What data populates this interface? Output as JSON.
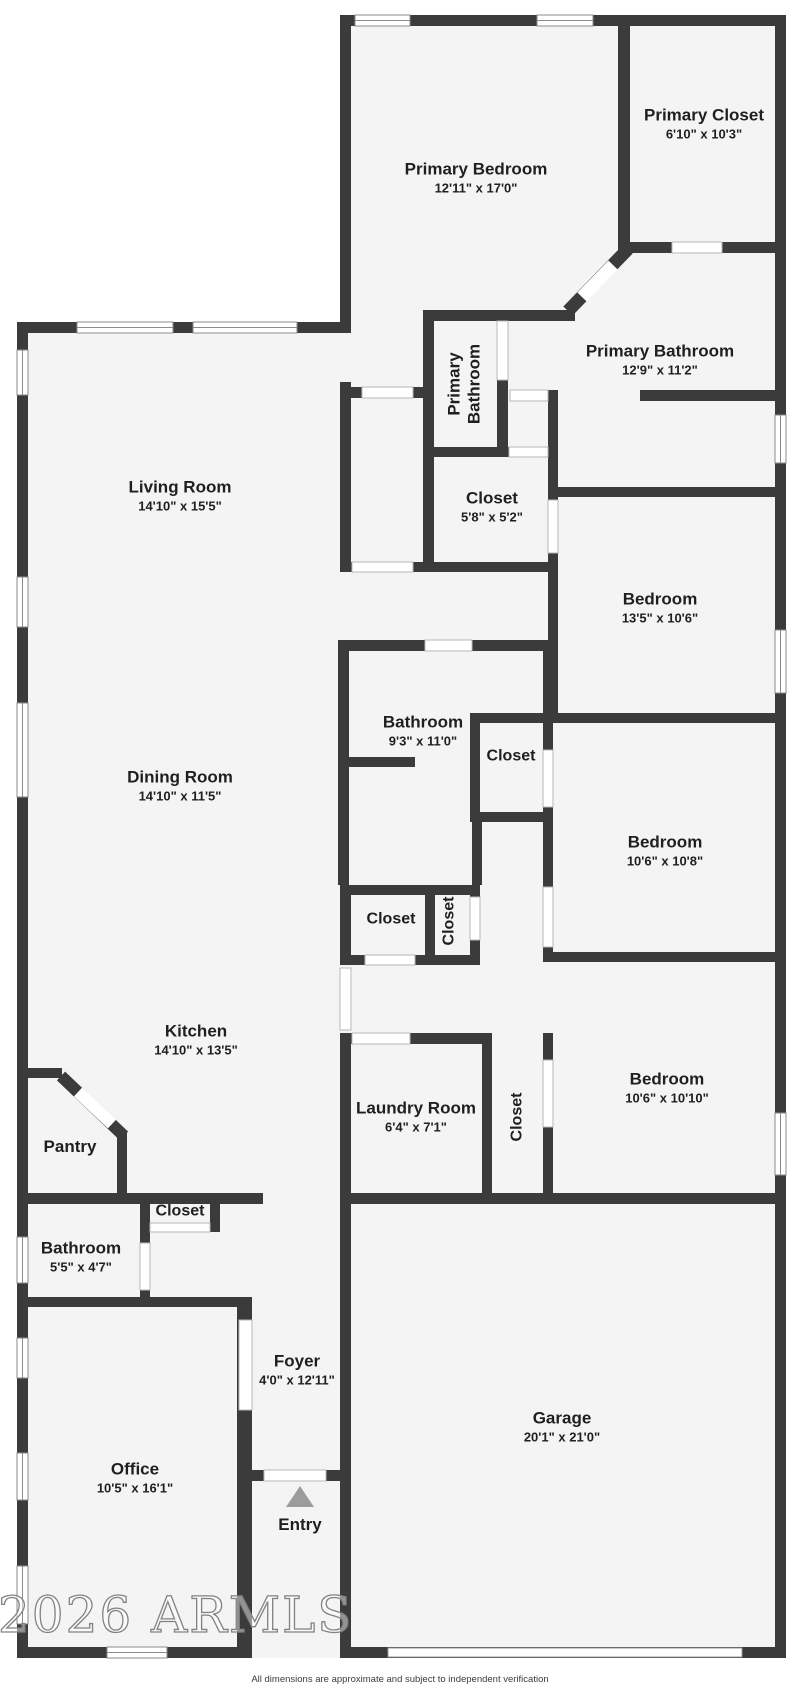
{
  "colors": {
    "wall": "#3b3b3b",
    "floor": "#f4f4f4",
    "door-frame": "#b7b7b7",
    "window-frame": "#8b8b8b",
    "arrow": "#9c9c9c"
  },
  "rooms": [
    {
      "id": "living-room",
      "name": "Living Room",
      "dims": "14'10\" x 15'5\""
    },
    {
      "id": "primary-bedroom",
      "name": "Primary Bedroom",
      "dims": "12'11\" x 17'0\""
    },
    {
      "id": "primary-closet",
      "name": "Primary Closet",
      "dims": "6'10\" x 10'3\""
    },
    {
      "id": "primary-bathroom",
      "name": "Primary Bathroom",
      "dims": "12'9\" x 11'2\""
    },
    {
      "id": "primary-bathroom-wc",
      "name": "Primary Bathroom",
      "dims": ""
    },
    {
      "id": "closet-upper-hall",
      "name": "Closet",
      "dims": "5'8\" x 5'2\""
    },
    {
      "id": "bedroom-ne",
      "name": "Bedroom",
      "dims": "13'5\" x 10'6\""
    },
    {
      "id": "dining-room",
      "name": "Dining Room",
      "dims": "14'10\" x 11'5\""
    },
    {
      "id": "hall-bathroom",
      "name": "Bathroom",
      "dims": "9'3\" x 11'0\""
    },
    {
      "id": "closet-bedroom-e",
      "name": "Closet",
      "dims": ""
    },
    {
      "id": "bedroom-e",
      "name": "Bedroom",
      "dims": "10'6\" x 10'8\""
    },
    {
      "id": "closet-hall-a",
      "name": "Closet",
      "dims": ""
    },
    {
      "id": "closet-hall-b",
      "name": "Closet",
      "dims": ""
    },
    {
      "id": "kitchen",
      "name": "Kitchen",
      "dims": "14'10\" x 13'5\""
    },
    {
      "id": "bedroom-se",
      "name": "Bedroom",
      "dims": "10'6\" x 10'10\""
    },
    {
      "id": "laundry-room",
      "name": "Laundry Room",
      "dims": "6'4\" x 7'1\""
    },
    {
      "id": "closet-bedroom-se",
      "name": "Closet",
      "dims": ""
    },
    {
      "id": "pantry",
      "name": "Pantry",
      "dims": ""
    },
    {
      "id": "closet-entry-hall",
      "name": "Closet",
      "dims": ""
    },
    {
      "id": "half-bathroom",
      "name": "Bathroom",
      "dims": "5'5\" x 4'7\""
    },
    {
      "id": "foyer",
      "name": "Foyer",
      "dims": "4'0\" x 12'11\""
    },
    {
      "id": "office",
      "name": "Office",
      "dims": "10'5\" x 16'1\""
    },
    {
      "id": "garage",
      "name": "Garage",
      "dims": "20'1\" x 21'0\""
    },
    {
      "id": "entry",
      "name": "Entry",
      "dims": ""
    }
  ],
  "watermark": {
    "text": "2026 ARMLS"
  },
  "footer": {
    "disclaimer": "All dimensions are approximate and subject to independent verification"
  }
}
